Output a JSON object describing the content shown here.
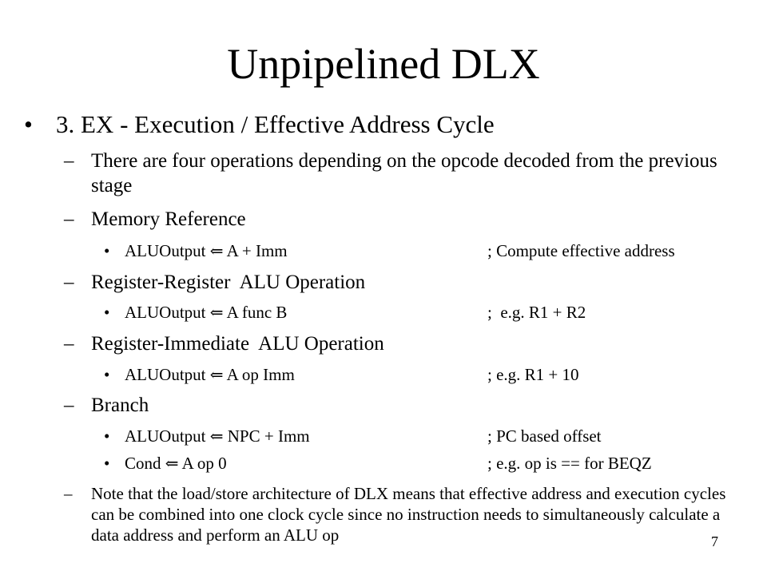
{
  "title": "Unpipelined DLX",
  "level1": {
    "bullet": "•",
    "text": "3. EX - Execution / Effective Address Cycle"
  },
  "dash": "–",
  "dot": "•",
  "arrow": "⇐",
  "intro": "There are four operations depending on the opcode decoded from the previous stage",
  "sections": [
    {
      "heading": "Memory Reference",
      "items": [
        {
          "left": "ALUOutput",
          "expr": "A + Imm",
          "comment": "; Compute effective address"
        }
      ]
    },
    {
      "heading": "Register-Register  ALU Operation",
      "items": [
        {
          "left": "ALUOutput",
          "expr": "A func B",
          "comment": ";  e.g. R1 + R2"
        }
      ]
    },
    {
      "heading": "Register-Immediate  ALU Operation",
      "items": [
        {
          "left": "ALUOutput",
          "expr": "A op Imm",
          "comment": "; e.g. R1 + 10"
        }
      ]
    },
    {
      "heading": "Branch",
      "items": [
        {
          "left": "ALUOutput",
          "expr": "NPC + Imm",
          "comment": "; PC based offset"
        },
        {
          "left": "Cond",
          "expr": "A op 0",
          "comment": "; e.g. op is == for BEQZ"
        }
      ]
    }
  ],
  "note": "Note that the load/store architecture of DLX means that effective address and execution cycles can be combined into one clock cycle since no instruction needs to simultaneously calculate a data address and perform an ALU op",
  "page_number": "7"
}
